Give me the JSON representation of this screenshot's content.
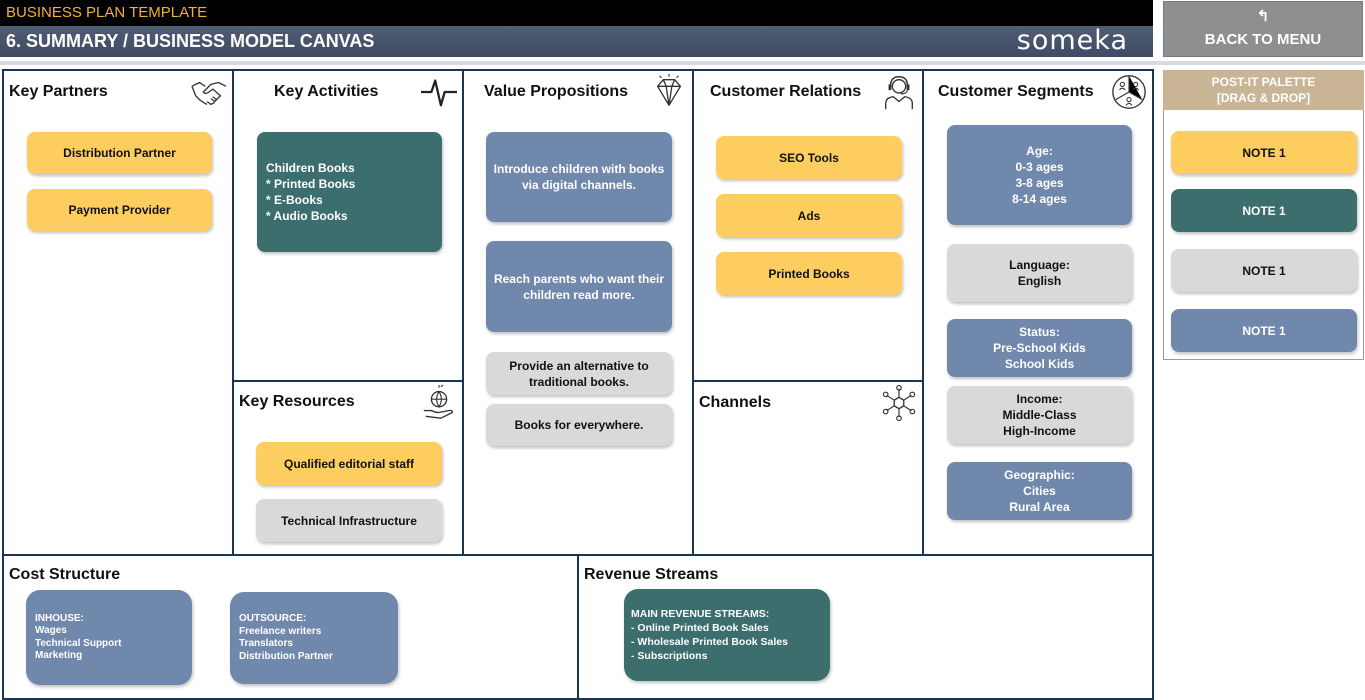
{
  "header": {
    "template_title": "BUSINESS PLAN TEMPLATE",
    "page_title": "6. SUMMARY / BUSINESS MODEL CANVAS",
    "logo_text": "someka",
    "back_label": "BACK TO MENU"
  },
  "colors": {
    "yellow": "#fdcd60",
    "teal": "#3d6e6e",
    "blue": "#7188ad",
    "grey": "#d9d9d9",
    "border": "#1c3552"
  },
  "canvas": {
    "key_partners": {
      "title": "Key Partners",
      "icon": "handshake-icon",
      "notes": [
        "Distribution Partner",
        "Payment Provider"
      ]
    },
    "key_activities": {
      "title": "Key Activities",
      "icon": "heartbeat-icon",
      "notes": [
        "Children Books\n* Printed Books\n* E-Books\n* Audio Books"
      ]
    },
    "key_resources": {
      "title": "Key Resources",
      "icon": "globe-hand-icon",
      "notes": [
        "Qualified editorial staff",
        "Technical Infrastructure"
      ]
    },
    "value_propositions": {
      "title": "Value Propositions",
      "icon": "diamond-icon",
      "notes": [
        "Introduce  children with books\nvia digital channels.",
        "Reach parents who want their\nchildren read more.",
        "Provide an alternative to\ntraditional books.",
        "Books for everywhere."
      ]
    },
    "customer_relations": {
      "title": "Customer Relations",
      "icon": "headset-agent-icon",
      "notes": [
        "SEO Tools",
        "Ads",
        "Printed Books"
      ]
    },
    "channels": {
      "title": "Channels",
      "icon": "network-hub-icon"
    },
    "customer_segments": {
      "title": "Customer Segments",
      "icon": "segments-users-icon",
      "notes": [
        "Age:\n0-3 ages\n3-8 ages\n8-14 ages",
        "Language:\nEnglish",
        "Status:\nPre-School Kids\nSchool Kids",
        "Income:\nMiddle-Class\nHigh-Income",
        "Geographic:\nCities\nRural Area"
      ]
    },
    "cost_structure": {
      "title": "Cost Structure",
      "notes": [
        "INHOUSE:\nWages\nTechnical Support\nMarketing",
        "OUTSOURCE:\nFreelance writers\nTranslators\nDistribution Partner"
      ]
    },
    "revenue_streams": {
      "title": "Revenue Streams",
      "notes": [
        "MAIN REVENUE STREAMS:\n- Online Printed Book Sales\n- Wholesale Printed Book Sales\n- Subscriptions"
      ]
    }
  },
  "palette": {
    "title": "POST-IT PALETTE\n[DRAG & DROP]",
    "notes": [
      "NOTE 1",
      "NOTE 1",
      "NOTE 1",
      "NOTE 1"
    ]
  }
}
